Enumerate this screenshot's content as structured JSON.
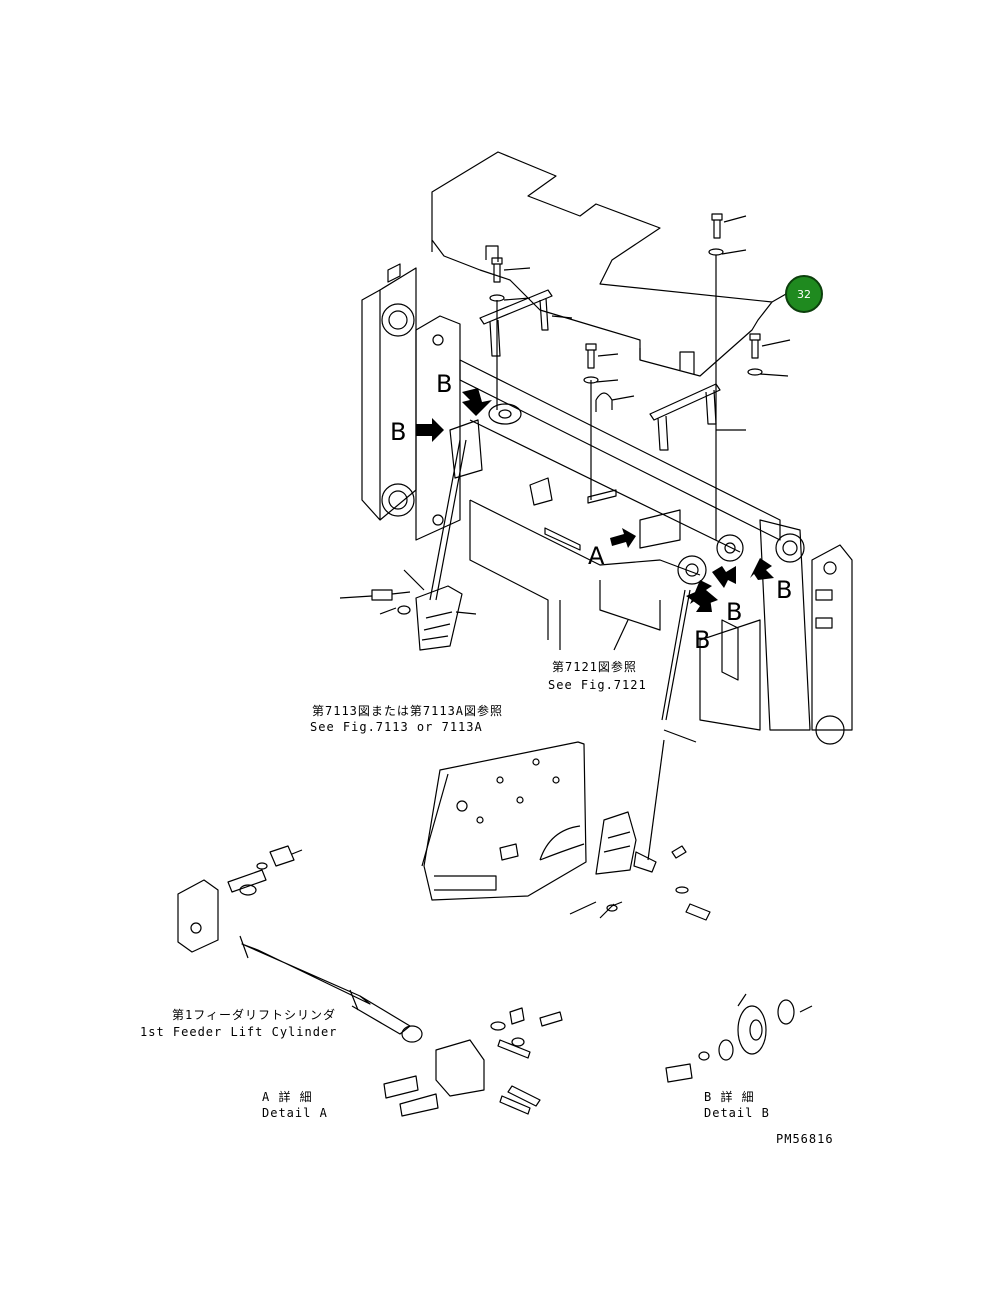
{
  "callouts": {
    "badge_number": "32",
    "badge_color": "#1f8a1f",
    "letter_a": "A",
    "letter_b": "B"
  },
  "references": {
    "fig7121_jp": "第7121図参照",
    "fig7121_en": "See Fig.7121",
    "fig7113_jp": "第7113図または第7113A図参照",
    "fig7113_en": "See Fig.7113 or 7113A"
  },
  "parts": {
    "cylinder_jp": "第1フィーダリフトシリンダ",
    "cylinder_en": "1st Feeder Lift Cylinder"
  },
  "details": {
    "detail_a_jp": "A 詳 細",
    "detail_a_en": "Detail A",
    "detail_b_jp": "B 詳 細",
    "detail_b_en": "Detail B"
  },
  "drawing_code": "PM56816"
}
